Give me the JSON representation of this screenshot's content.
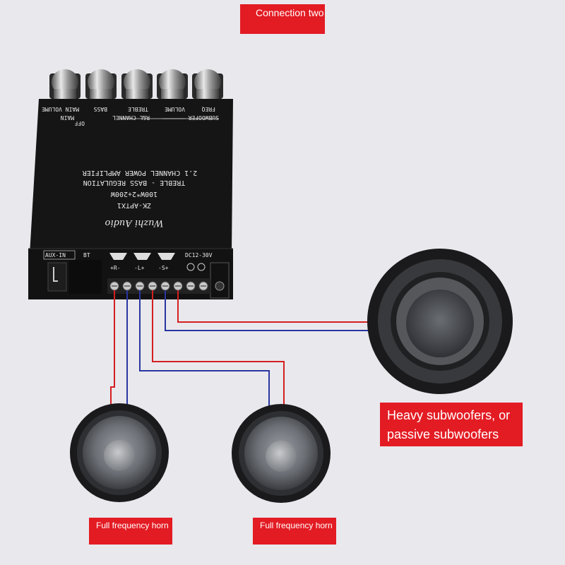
{
  "labels": {
    "connection": "Connection two",
    "subwoofer": "Heavy subwoofers, or passive subwoofers",
    "full_frequency_1": "Full frequency horn",
    "full_frequency_2": "Full frequency horn"
  },
  "board": {
    "model": "ZK-APTX1",
    "power": "100W*2+200W",
    "regulation": "TREBLE - BASS REGULATION",
    "description": "2.1 CHANNEL POWER AMPLIFIER",
    "brand": "Wuzhi Audio",
    "knobs": [
      "MAIN VOLUME",
      "BASS",
      "TREBLE",
      "VOLUME",
      "FREQ"
    ],
    "knob_group_main": "MAIN",
    "knob_group_rl": "R&L CHANNEL",
    "knob_group_sub": "SUBWOOFER",
    "off_label": "OFF",
    "ports": {
      "aux": "AUX-IN",
      "bt": "BT",
      "right": "+R-",
      "left": "-L+",
      "sub": "-S+",
      "power": "DC12-30V"
    }
  },
  "colors": {
    "label_bg": "#e31b23",
    "wire_red": "#d42020",
    "wire_blue": "#2a36a0",
    "board": "#151515"
  }
}
